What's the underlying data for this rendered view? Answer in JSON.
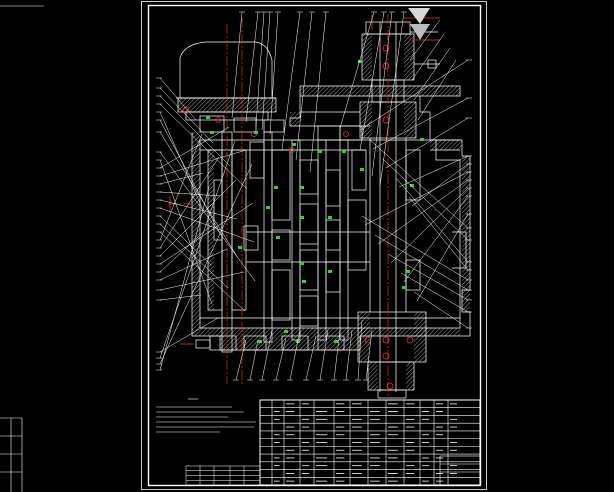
{
  "viewport": {
    "background": "#000000"
  },
  "colors": {
    "frame": "#ffffff",
    "geometry": "#ffffff",
    "centerline": "#ff2020",
    "hatch": "#ffffff",
    "leader": "#ffffff",
    "callout_green": "#2fd82f",
    "callout_red": "#ff3030",
    "gray_wedge": "#d8d8d8"
  },
  "icons": {
    "drawing": "cad-drawing-icon"
  },
  "title_block": {
    "rows": 11,
    "columns": 12
  },
  "parts_list": {
    "rows": 10
  }
}
